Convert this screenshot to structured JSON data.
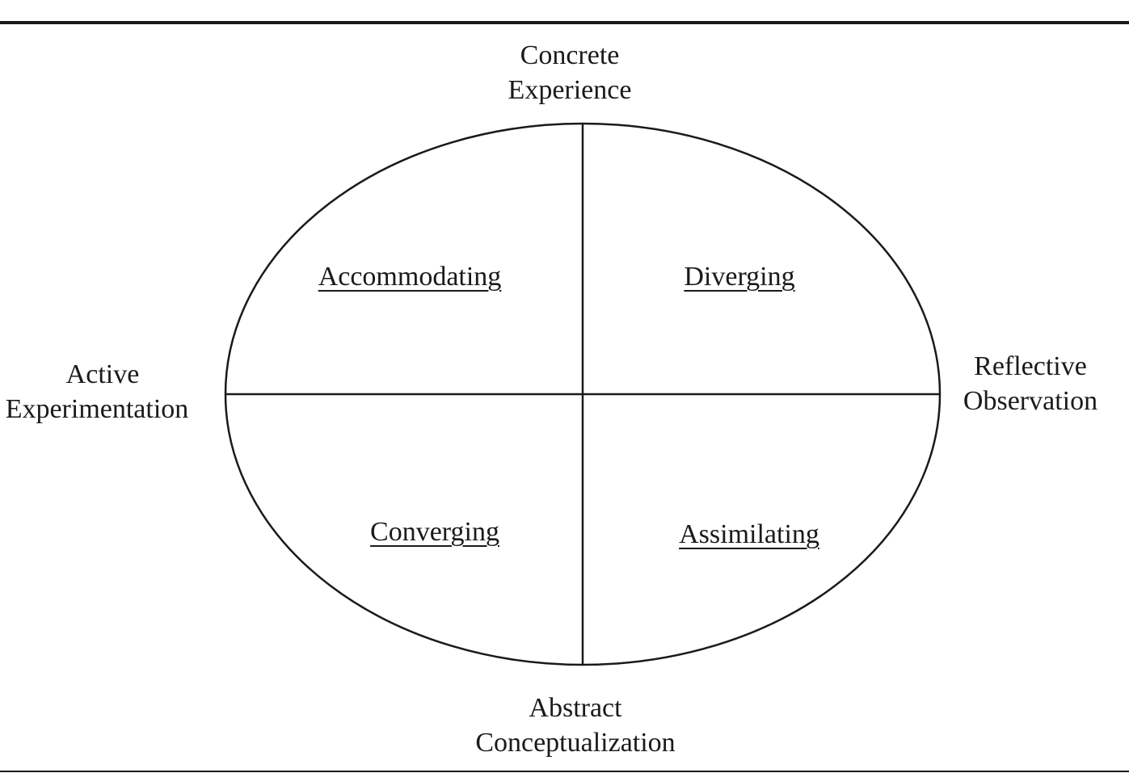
{
  "poles": {
    "top": {
      "line1": "Concrete",
      "line2": "Experience"
    },
    "bottom": {
      "line1": "Abstract",
      "line2": "Conceptualization"
    },
    "left": {
      "line1": "Active",
      "line2": "Experimentation"
    },
    "right": {
      "line1": "Reflective",
      "line2": "Observation"
    }
  },
  "quadrants": {
    "top_left": "Accommodating",
    "top_right": "Diverging",
    "bottom_left": "Converging",
    "bottom_right": "Assimilating"
  },
  "colors": {
    "stroke": "#1a1a1a",
    "background": "#ffffff"
  }
}
